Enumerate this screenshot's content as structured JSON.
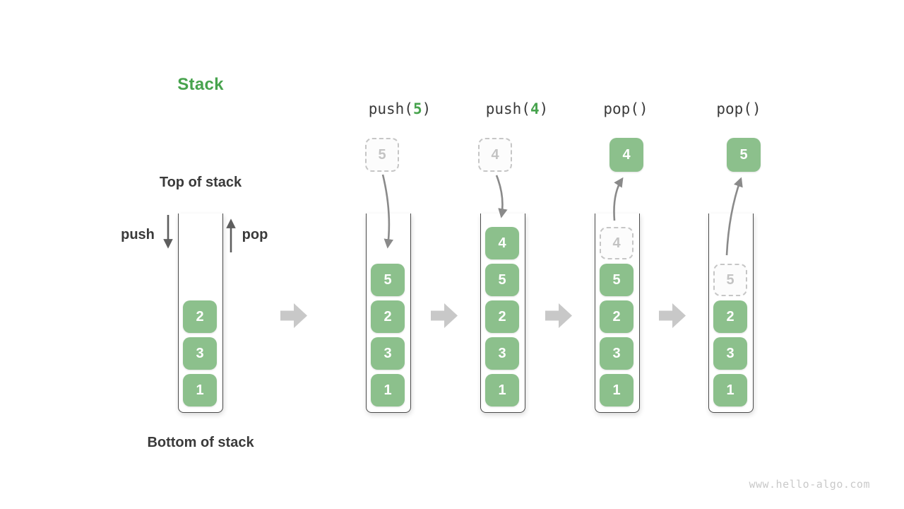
{
  "title": "Stack",
  "labels": {
    "top": "Top of stack",
    "bottom": "Bottom of stack",
    "push": "push",
    "pop": "pop"
  },
  "watermark": "www.hello-algo.com",
  "colors": {
    "accent_green": "#47A34D",
    "box_green": "#8CC08C",
    "text_dark": "#3A3A3A",
    "curved_arrow_gray": "#8A8A8A",
    "straight_arrow_gray": "#5E5E5E",
    "block_arrow_gray": "#C8C8C8",
    "ghost_border_gray": "#C6C6C6",
    "ghost_text_gray": "#C3C3C3",
    "container_border": "#4A4A4A",
    "watermark_gray": "#C9C9C9"
  },
  "columns": [
    {
      "id": "initial",
      "caption": {
        "pre": "",
        "arg": "",
        "post": ""
      },
      "float": null,
      "cells": [
        {
          "v": "2"
        },
        {
          "v": "3"
        },
        {
          "v": "1"
        }
      ]
    },
    {
      "id": "push-5",
      "caption": {
        "pre": "push(",
        "arg": "5",
        "post": ")"
      },
      "float": {
        "v": "5",
        "style": "ghost"
      },
      "cells": [
        {
          "v": "5"
        },
        {
          "v": "2"
        },
        {
          "v": "3"
        },
        {
          "v": "1"
        }
      ]
    },
    {
      "id": "push-4",
      "caption": {
        "pre": "push(",
        "arg": "4",
        "post": ")"
      },
      "float": {
        "v": "4",
        "style": "ghost"
      },
      "cells": [
        {
          "v": "4"
        },
        {
          "v": "5"
        },
        {
          "v": "2"
        },
        {
          "v": "3"
        },
        {
          "v": "1"
        }
      ]
    },
    {
      "id": "pop-first",
      "caption": {
        "pre": "pop()",
        "arg": "",
        "post": ""
      },
      "float": {
        "v": "4",
        "style": "solid"
      },
      "cells": [
        {
          "v": "4",
          "style": "ghost"
        },
        {
          "v": "5"
        },
        {
          "v": "2"
        },
        {
          "v": "3"
        },
        {
          "v": "1"
        }
      ]
    },
    {
      "id": "pop-second",
      "caption": {
        "pre": "pop()",
        "arg": "",
        "post": ""
      },
      "float": {
        "v": "5",
        "style": "solid"
      },
      "cells": [
        {
          "v": "5",
          "style": "ghost"
        },
        {
          "v": "2"
        },
        {
          "v": "3"
        },
        {
          "v": "1"
        }
      ]
    }
  ]
}
